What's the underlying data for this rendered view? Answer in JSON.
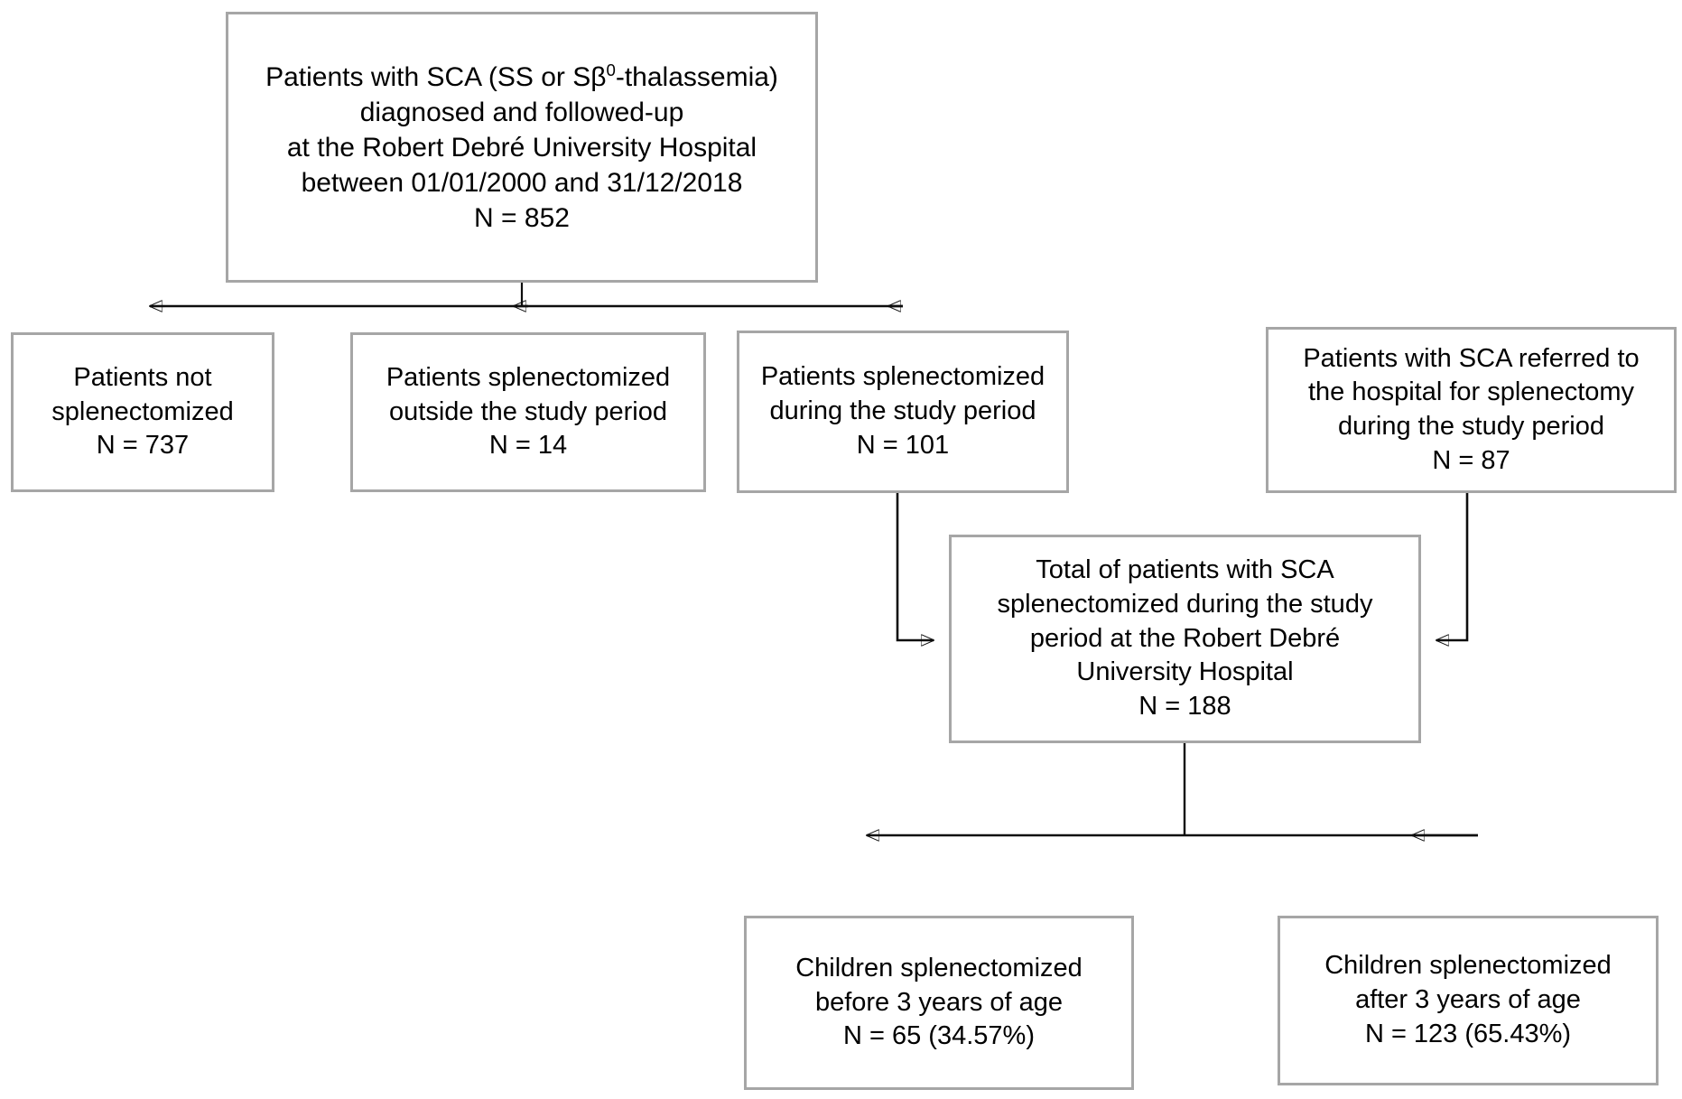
{
  "figure": {
    "type": "flowchart",
    "title": "Study population flow diagram",
    "colors": {
      "box_border": "#a6a6a6",
      "connector": "#0d0d0d",
      "background": "#ffffff",
      "text": "#000000"
    }
  },
  "nodes": {
    "cohort": {
      "id": "cohort",
      "text": "Patients with SCA (SS or Sβ0-thalassemia)\ndiagnosed and followed-up\nat the Robert Debré University Hospital\nbetween 01/01/2000 and 31/12/2018\nN = 852",
      "line1_a": "Patients with SCA (SS or Sβ",
      "line1_sup": "0",
      "line1_b": "-thalassemia)",
      "line2": "diagnosed and followed-up",
      "line3": "at the Robert Debré University Hospital",
      "line4": "between 01/01/2000 and 31/12/2018",
      "count_label": "N = 852",
      "n": 852
    },
    "not_splenectomized": {
      "id": "not-splenectomized",
      "text": "Patients not\nsplenectomized\nN = 737",
      "count_label": "N = 737",
      "n": 737
    },
    "outside_period": {
      "id": "splenectomized-outside-period",
      "text": "Patients splenectomized\noutside the study period\nN = 14",
      "count_label": "N = 14",
      "n": 14
    },
    "during_period": {
      "id": "splenectomized-during-period",
      "text": "Patients splenectomized\nduring the study period\nN = 101",
      "count_label": "N = 101",
      "n": 101
    },
    "referred": {
      "id": "referred-for-splenectomy",
      "text": "Patients with SCA referred to\nthe hospital for splenectomy\nduring the study period\nN = 87",
      "count_label": "N = 87",
      "n": 87
    },
    "total": {
      "id": "total-splenectomized",
      "text": "Total of patients with SCA\nsplenectomized during the study\nperiod at the Robert Debré\nUniversity Hospital\nN = 188",
      "count_label": "N = 188",
      "n": 188
    },
    "before_three": {
      "id": "children-before-3-years",
      "text": "Children splenectomized\nbefore 3 years of age\nN = 65 (34.57%)",
      "count_label": "N = 65 (34.57%)",
      "n": 65,
      "percent": 34.57
    },
    "after_three": {
      "id": "children-after-3-years",
      "text": "Children splenectomized\nafter 3 years of age\nN = 123 (65.43%)",
      "count_label": "N = 123 (65.43%)",
      "n": 123,
      "percent": 65.43
    }
  },
  "edges": [
    {
      "from": "cohort",
      "to": "not_splenectomized",
      "style": "elbow-down",
      "arrow": "down"
    },
    {
      "from": "cohort",
      "to": "outside_period",
      "style": "elbow-down",
      "arrow": "down"
    },
    {
      "from": "cohort",
      "to": "during_period",
      "style": "elbow-down",
      "arrow": "down"
    },
    {
      "from": "during_period",
      "to": "total",
      "style": "elbow-right",
      "arrow": "right"
    },
    {
      "from": "referred",
      "to": "total",
      "style": "elbow-left",
      "arrow": "left"
    },
    {
      "from": "total",
      "to": "before_three",
      "style": "elbow-down",
      "arrow": "down"
    },
    {
      "from": "total",
      "to": "after_three",
      "style": "elbow-down",
      "arrow": "down"
    }
  ]
}
